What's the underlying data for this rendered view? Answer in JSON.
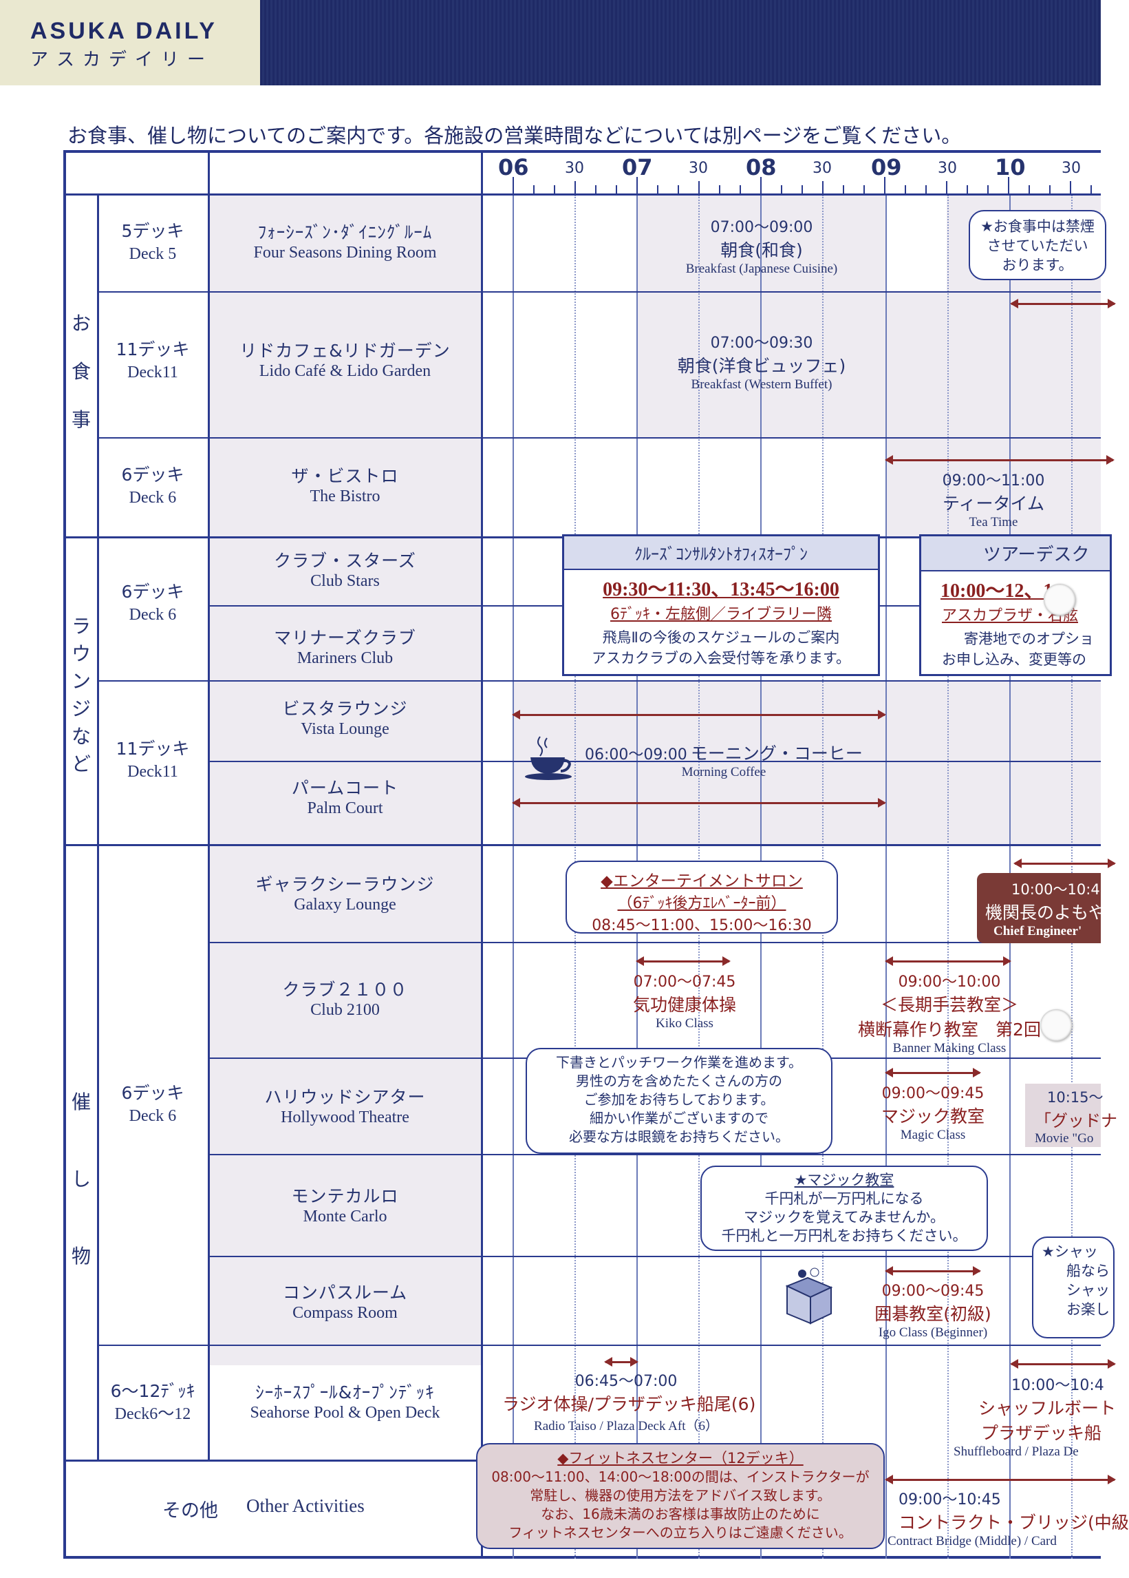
{
  "header": {
    "brand": "ASUKA DAILY",
    "brand_kana": "アスカデイリー"
  },
  "intro": "お食事、催し物についてのご案内です。各施設の営業時間などについては別ページをご覧ください。",
  "timeline": {
    "hours": [
      "06",
      "07",
      "08",
      "09",
      "10"
    ],
    "half_label": "30"
  },
  "categories": {
    "meals": "お食事",
    "lounges": "ラウンジなど",
    "events": "催し物",
    "other": "その他",
    "other_en": "Other Activities"
  },
  "rows": [
    {
      "deck_ja": "5デッキ",
      "deck_en": "Deck 5",
      "venue_ja": "ﾌｫｰｼｰｽﾞﾝ･ﾀﾞｲﾆﾝｸﾞﾙｰﾑ",
      "venue_en": "Four Seasons Dining Room"
    },
    {
      "deck_ja": "11デッキ",
      "deck_en": "Deck11",
      "venue_ja": "リドカフェ&リドガーデン",
      "venue_en": "Lido Café & Lido Garden"
    },
    {
      "deck_ja": "6デッキ",
      "deck_en": "Deck 6",
      "venue_ja": "ザ・ビストロ",
      "venue_en": "The Bistro"
    },
    {
      "deck_ja": "6デッキ",
      "deck_en": "Deck 6",
      "venue_ja": "クラブ・スターズ",
      "venue_en": "Club Stars"
    },
    {
      "venue_ja": "マリナーズクラブ",
      "venue_en": "Mariners Club"
    },
    {
      "deck_ja": "11デッキ",
      "deck_en": "Deck11",
      "venue_ja": "ビスタラウンジ",
      "venue_en": "Vista Lounge"
    },
    {
      "venue_ja": "パームコート",
      "venue_en": "Palm Court"
    },
    {
      "deck_ja": "6デッキ",
      "deck_en": "Deck 6",
      "venue_ja": "ギャラクシーラウンジ",
      "venue_en": "Galaxy Lounge"
    },
    {
      "venue_ja": "クラブ２１００",
      "venue_en": "Club 2100"
    },
    {
      "venue_ja": "ハリウッドシアター",
      "venue_en": "Hollywood Theatre"
    },
    {
      "venue_ja": "モンテカルロ",
      "venue_en": "Monte Carlo"
    },
    {
      "venue_ja": "コンパスルーム",
      "venue_en": "Compass Room"
    },
    {
      "deck_ja": "6〜12ﾃﾞｯｷ",
      "deck_en": "Deck6〜12",
      "venue_ja": "ｼｰﾎｰｽﾌﾟｰﾙ&ｵｰﾌﾟﾝﾃﾞｯｷ",
      "venue_en": "Seahorse Pool & Open Deck"
    }
  ],
  "events": {
    "breakfast_jp": {
      "time": "07:00〜09:00",
      "ja": "朝食(和食)",
      "en": "Breakfast (Japanese Cuisine)"
    },
    "no_smoking_note": [
      "★お食事中は禁煙",
      "させていただい",
      "おります。"
    ],
    "breakfast_west": {
      "time": "07:00〜09:30",
      "ja": "朝食(洋食ビュッフェ)",
      "en": "Breakfast (Western Buffet)"
    },
    "tea_time": {
      "time": "09:00〜11:00",
      "ja": "ティータイム",
      "en": "Tea Time"
    },
    "cruise_consultant": {
      "title": "ｸﾙｰｽﾞｺﾝｻﾙﾀﾝﾄｵﾌｨｽｵｰﾌﾟﾝ",
      "time": "09:30〜11:30、13:45〜16:00",
      "place": "6ﾃﾞｯｷ・左舷側／ライブラリー隣",
      "line1": "飛鳥Ⅱの今後のスケジュールのご案内",
      "line2": "アスカクラブの入会受付等を承ります。"
    },
    "tour_desk": {
      "title": "ツアーデスク",
      "time": "10:00〜12",
      "time_tail": "、14",
      "place": "アスカプラザ・右舷",
      "line1": "寄港地でのオプショ",
      "line2": "お申し込み、変更等の"
    },
    "morning_coffee": {
      "time": "06:00〜09:00",
      "ja": "モーニング・コーヒー",
      "en": "Morning  Coffee"
    },
    "entertainment_salon": {
      "title": "◆エンターテイメントサロン",
      "sub": "（6ﾃﾞｯｷ後方ｴﾚﾍﾞｰﾀｰ前）",
      "time": "08:45〜11:00、15:00〜16:30"
    },
    "chief_engineer": {
      "time": "10:00〜10:4",
      "ja": "機関長のよもや",
      "en": "Chief Engineer'"
    },
    "kiko": {
      "time": "07:00〜07:45",
      "ja": "気功健康体操",
      "en": "Kiko Class"
    },
    "banner": {
      "time": "09:00〜10:00",
      "ja1": "＜長期手芸教室＞",
      "ja2": "横断幕作り教室　第2回",
      "en": "Banner Making Class"
    },
    "banner_note": [
      "下書きとパッチワーク作業を進めます。",
      "男性の方を含めたたくさんの方の",
      "ご参加をお待ちしております。",
      "細かい作業がございますので",
      "必要な方は眼鏡をお持ちください。"
    ],
    "magic": {
      "time": "09:00〜09:45",
      "ja": "マジック教室",
      "en": "Magic Class"
    },
    "movie": {
      "time": "10:15〜",
      "ja": "「グッドナ",
      "en": "Movie \"Go"
    },
    "magic_note": {
      "title": "★マジック教室",
      "lines": [
        "千円札が一万円札になる",
        "マジックを覚えてみませんか。",
        "千円札と一万円札をお持ちください。"
      ]
    },
    "igo": {
      "time": "09:00〜09:45",
      "ja": "囲碁教室(初級)",
      "en": "Igo Class (Beginner)"
    },
    "shuffle_note": [
      "★シャッ",
      "船なら",
      "シャッ",
      "お楽し"
    ],
    "radio_taiso": {
      "time": "06:45〜07:00",
      "ja": "ラジオ体操/プラザデッキ船尾(6)",
      "en": "Radio Taiso / Plaza Deck Aft（6）"
    },
    "shuffleboard": {
      "time": "10:00〜10:4",
      "ja1": "シャッフルボート",
      "ja2": "プラザデッキ船",
      "en": "Shuffleboard / Plaza De"
    },
    "fitness": {
      "title": "◆フィットネスセンター（12デッキ）",
      "lines": [
        "08:00〜11:00、14:00〜18:00の間は、インストラクターが",
        "常駐し、機器の使用方法をアドバイス致します。",
        "なお、16歳未満のお客様は事故防止のために",
        "フィットネスセンターへの立ち入りはご遠慮ください。"
      ]
    },
    "bridge": {
      "time": "09:00〜10:45",
      "ja": "コントラクト・ブリッジ(中級",
      "en": "Contract Bridge (Middle) / Card"
    }
  }
}
